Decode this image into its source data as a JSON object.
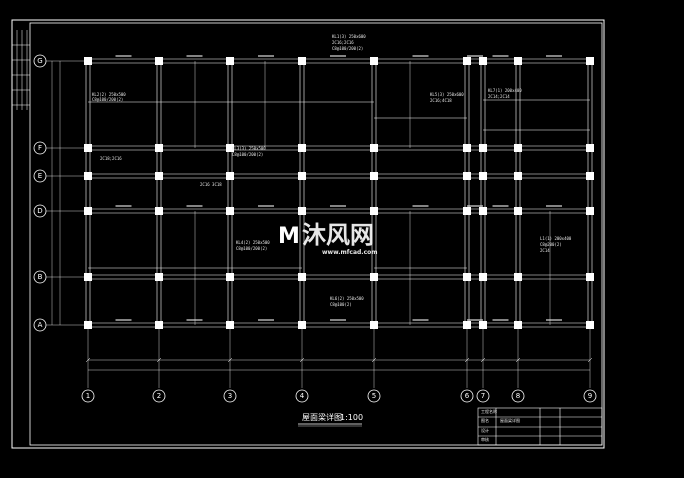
{
  "drawing": {
    "title": "屋面梁详图",
    "scale": "1:100",
    "colors": {
      "background": "#000000",
      "lines": "#ffffff",
      "text": "#e8e8e8",
      "watermark": "#ffffff"
    }
  },
  "axes": {
    "columns": [
      "1",
      "2",
      "3",
      "4",
      "5",
      "6",
      "7",
      "8",
      "9"
    ],
    "rows": [
      "A",
      "B",
      "D",
      "E",
      "F",
      "G"
    ]
  },
  "watermark": {
    "brand": "沐风网",
    "url": "www.mfcad.com"
  },
  "annotations": [
    {
      "id": "ann-g-top-1",
      "text": "KL1(3) 250x600"
    },
    {
      "id": "ann-g-top-2",
      "text": "2C16;2C16"
    },
    {
      "id": "ann-g-top-3",
      "text": "C8@100/200(2)"
    },
    {
      "id": "ann-bay1-a",
      "text": "KL2(2) 250x500"
    },
    {
      "id": "ann-bay1-b",
      "text": "C8@100/200(2)"
    },
    {
      "id": "ann-bay1-c",
      "text": "2C18;2C16"
    },
    {
      "id": "ann-bay2-a",
      "text": "KL3(3) 250x500"
    },
    {
      "id": "ann-bay2-b",
      "text": "C8@100/200(2)"
    },
    {
      "id": "ann-bay2-c",
      "text": "2C16 3C18"
    },
    {
      "id": "ann-bay3-a",
      "text": "KL4(2) 250x500"
    },
    {
      "id": "ann-bay3-b",
      "text": "C8@100/200(2)"
    },
    {
      "id": "ann-bay4-a",
      "text": "KL5(3) 250x600"
    },
    {
      "id": "ann-bay4-b",
      "text": "2C16;4C18"
    },
    {
      "id": "ann-bay5-a",
      "text": "KL6(2) 250x500"
    },
    {
      "id": "ann-bay5-b",
      "text": "C8@100(2)"
    },
    {
      "id": "ann-bay6-a",
      "text": "KL7(1) 200x400"
    },
    {
      "id": "ann-bay6-b",
      "text": "2C14;2C14"
    },
    {
      "id": "ann-right-a",
      "text": "L1(1) 200x400"
    },
    {
      "id": "ann-right-b",
      "text": "C8@200(2)"
    },
    {
      "id": "ann-right-c",
      "text": "2C14"
    }
  ],
  "title_block": {
    "rows": [
      "工程名称",
      "图名",
      "设计",
      "审核"
    ],
    "values": [
      "",
      "屋面梁详图",
      "",
      ""
    ]
  }
}
